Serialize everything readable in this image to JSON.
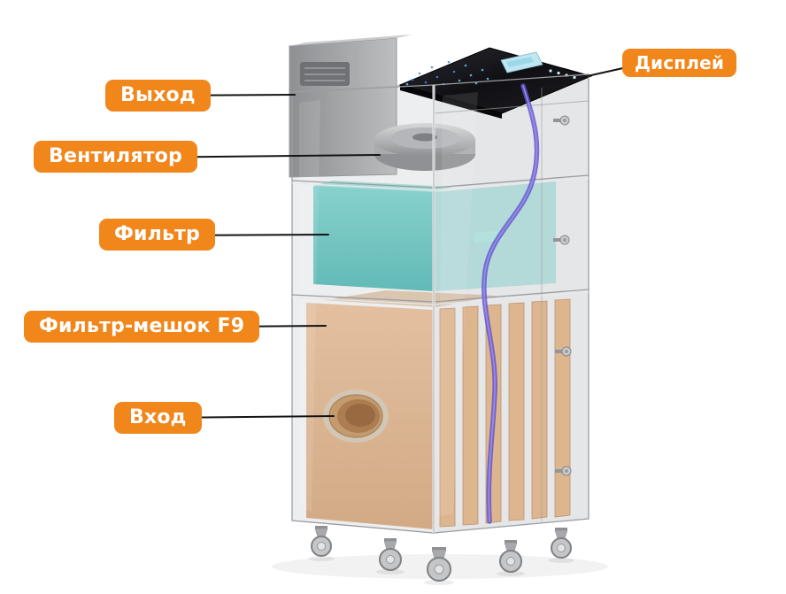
{
  "diagram": {
    "labels": [
      {
        "id": "display",
        "text": "Дисплей"
      },
      {
        "id": "outlet",
        "text": "Выход"
      },
      {
        "id": "fan",
        "text": "Вентилятор"
      },
      {
        "id": "filter",
        "text": "Фильтр"
      },
      {
        "id": "bag_filter_f9",
        "text": "Фильтр-мешок F9"
      },
      {
        "id": "inlet",
        "text": "Вход"
      }
    ],
    "colors": {
      "label_bg": "#F1861B",
      "label_text": "#FFFFFF",
      "connector_line": "#141414",
      "filter_teal": "#5FBDBA",
      "bag_filter_tan": "#D9A87C",
      "cable_purple": "#5D50CA",
      "display_black": "#101014"
    }
  }
}
